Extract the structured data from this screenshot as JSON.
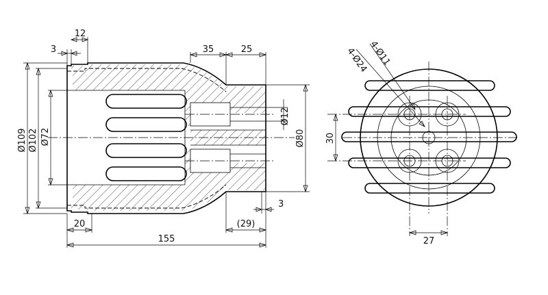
{
  "drawing": {
    "side_view": {
      "dimensions": {
        "d109": "Ø109",
        "d102": "Ø102",
        "d72": "Ø72",
        "d80": "Ø80",
        "d12": "Ø12",
        "len155": "155",
        "len20": "20",
        "len29": "(29)",
        "len3_bottom": "3",
        "len3_top": "3",
        "len12": "12",
        "len35": "35",
        "len25": "25"
      }
    },
    "end_view": {
      "dimensions": {
        "holes_small": "4-Ø11",
        "holes_large": "4-Ø24",
        "spacing_v": "30",
        "spacing_h": "27"
      }
    }
  }
}
